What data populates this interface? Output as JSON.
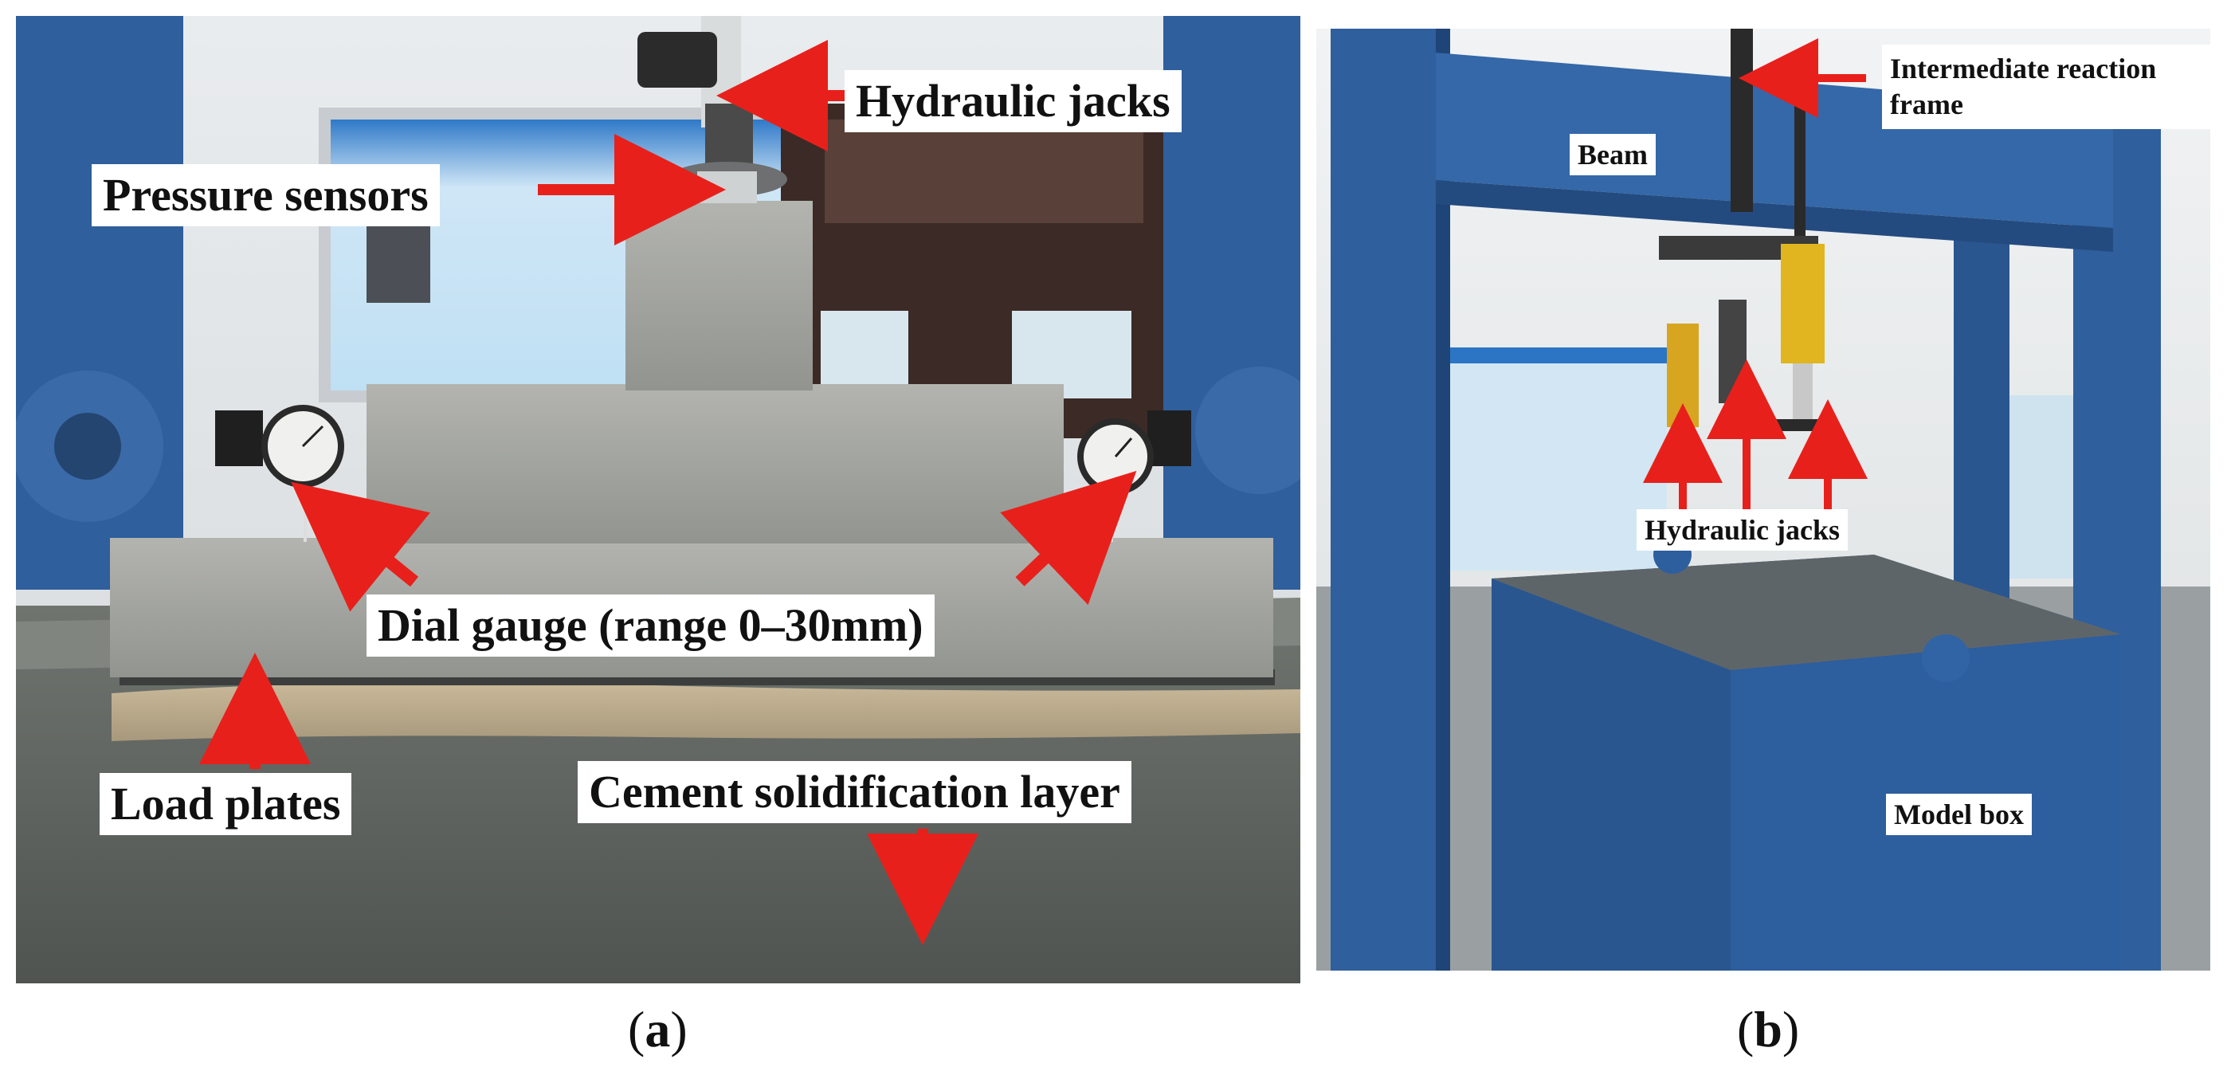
{
  "panel_a": {
    "labels": {
      "hydraulic_jacks": "Hydraulic jacks",
      "pressure_sensors": "Pressure sensors",
      "dial_gauge": "Dial gauge (range 0–30mm)",
      "load_plates": "Load plates",
      "cement_layer": "Cement solidification layer"
    },
    "caption_letter": "a"
  },
  "panel_b": {
    "labels": {
      "reaction_frame": "Intermediate reaction frame",
      "beam": "Beam",
      "hydraulic_jacks": "Hydraulic jacks",
      "model_box": "Model box"
    },
    "caption_letter": "b"
  },
  "colors": {
    "arrow": "#e8201b",
    "frame_blue": "#2f5f9c",
    "concrete": "#a7a8a3",
    "ground": "#5e6360"
  }
}
